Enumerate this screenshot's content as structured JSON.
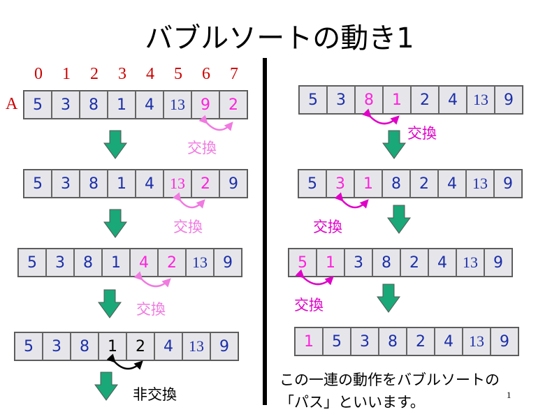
{
  "title": "バブルソートの動き1",
  "indices": [
    "0",
    "1",
    "2",
    "3",
    "4",
    "5",
    "6",
    "7"
  ],
  "array_label": "A",
  "arrays": [
    {
      "values": [
        "5",
        "3",
        "8",
        "1",
        "4",
        "13",
        "9",
        "2"
      ],
      "swap": [
        6,
        7
      ]
    },
    {
      "values": [
        "5",
        "3",
        "8",
        "1",
        "4",
        "13",
        "2",
        "9"
      ],
      "swap": [
        5,
        6
      ]
    },
    {
      "values": [
        "5",
        "3",
        "8",
        "1",
        "4",
        "2",
        "13",
        "9"
      ],
      "swap": [
        4,
        5
      ]
    },
    {
      "values": [
        "5",
        "3",
        "8",
        "1",
        "2",
        "4",
        "13",
        "9"
      ],
      "noswap": [
        3,
        4
      ]
    },
    {
      "values": [
        "5",
        "3",
        "8",
        "1",
        "2",
        "4",
        "13",
        "9"
      ],
      "swap": [
        2,
        3
      ]
    },
    {
      "values": [
        "5",
        "3",
        "1",
        "8",
        "2",
        "4",
        "13",
        "9"
      ],
      "swap": [
        1,
        2
      ]
    },
    {
      "values": [
        "5",
        "1",
        "3",
        "8",
        "2",
        "4",
        "13",
        "9"
      ],
      "swap": [
        0,
        1
      ]
    },
    {
      "values": [
        "1",
        "5",
        "3",
        "8",
        "2",
        "4",
        "13",
        "9"
      ],
      "highlight": [
        0
      ]
    }
  ],
  "swap_labels": {
    "swap": "交換",
    "no_swap": "非交換"
  },
  "note": {
    "line1": "この一連の動作をバブルソートの",
    "line2": "「パス」といいます。"
  },
  "page_number": "1",
  "colors": {
    "number_blue": "#1c2faa",
    "highlight_magenta": "#ff22dd",
    "index_red": "#cc0000",
    "arrow_green": "#1aa879",
    "cell_bg": "#e6e6ea"
  }
}
